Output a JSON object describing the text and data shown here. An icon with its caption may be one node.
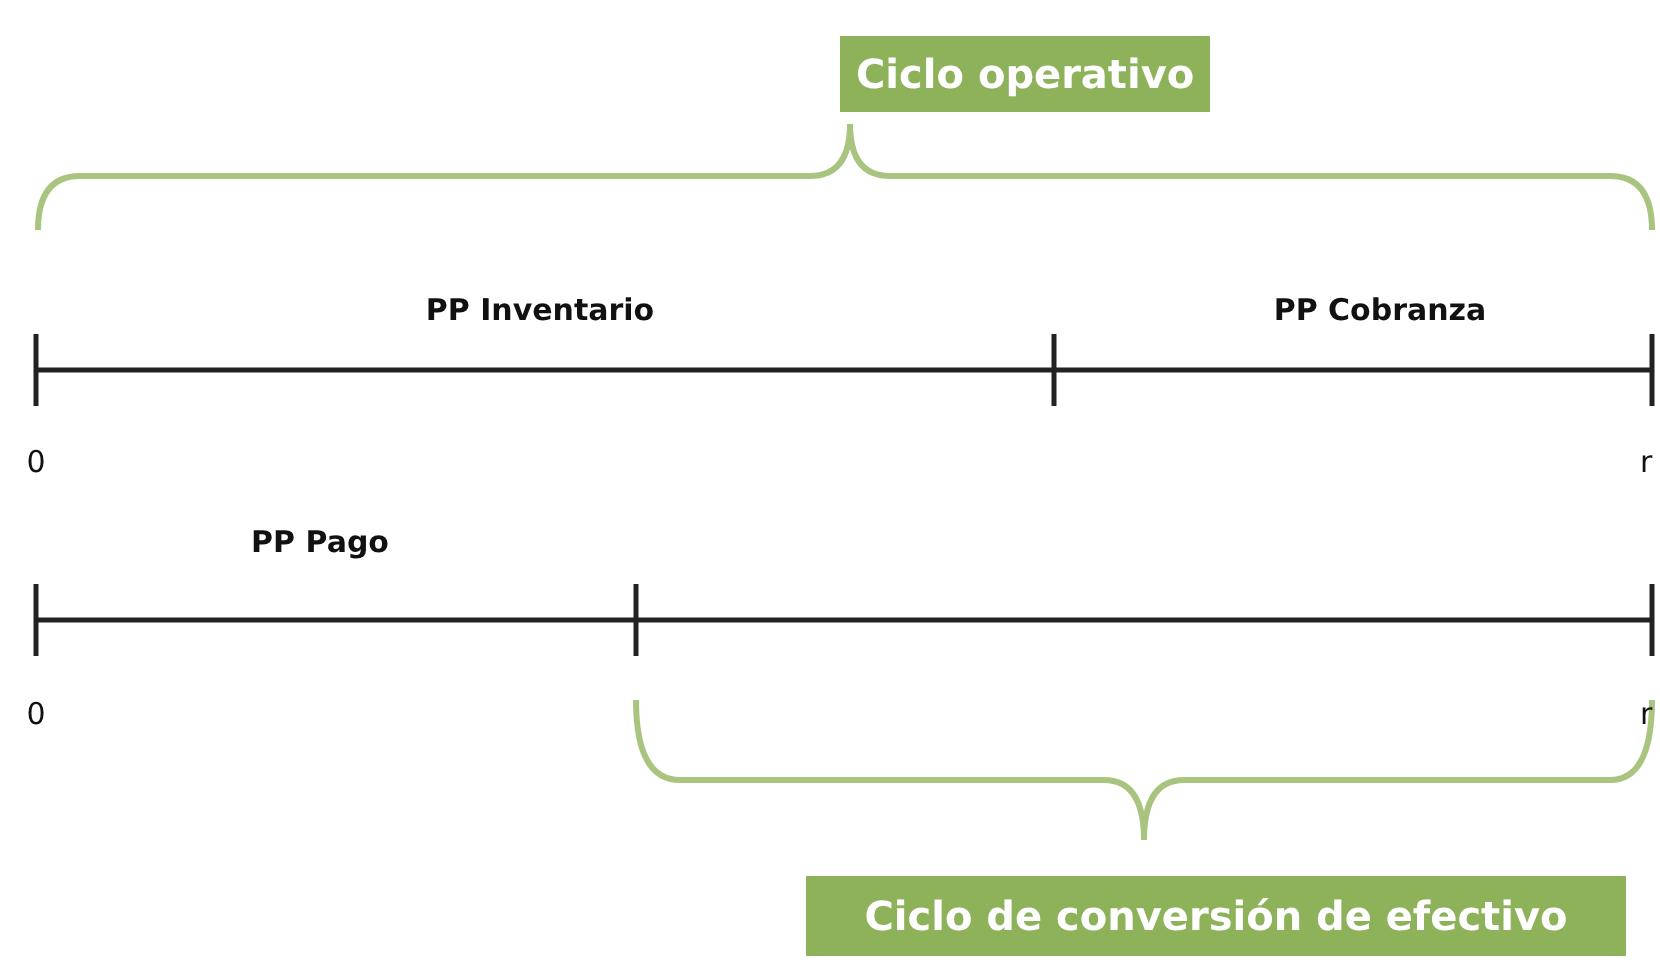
{
  "diagram": {
    "nodes": [
      {
        "text": [
          "Ciclo operativo"
        ]
      },
      {
        "text": [
          "Ciclo de conversión de efectivo"
        ]
      }
    ],
    "labels": [
      "PP Inventario",
      "PP Cobranza",
      "0",
      "r",
      "PP Pago",
      "0",
      "r"
    ]
  }
}
